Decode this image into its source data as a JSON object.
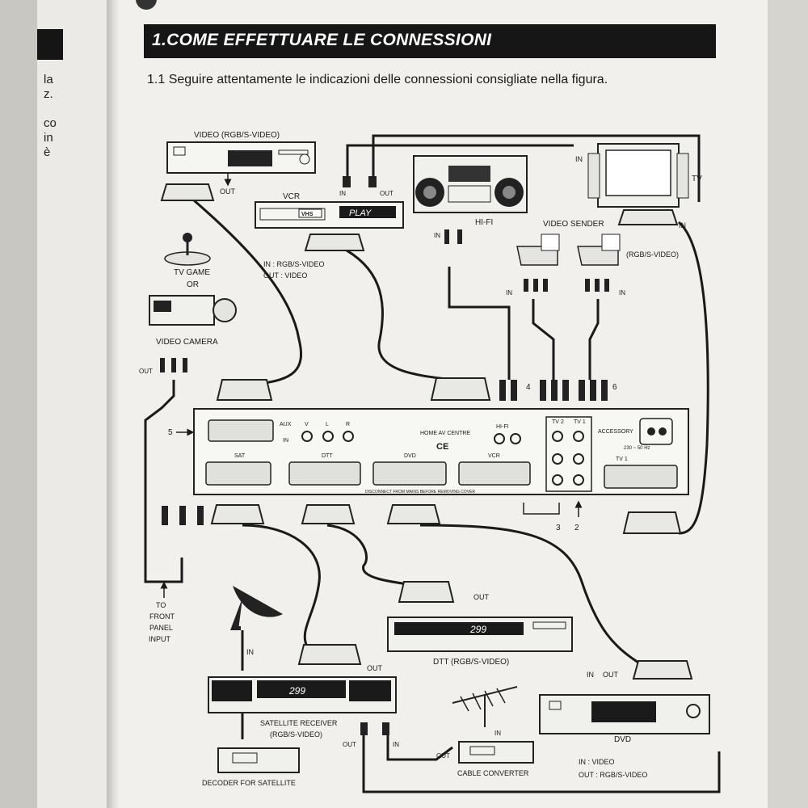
{
  "left_page": {
    "fragments": [
      "la",
      "z.",
      "co",
      "in",
      "è"
    ]
  },
  "section": {
    "title": "1.COME EFFETTUARE LE CONNESSIONI"
  },
  "intro": "1.1  Seguire attentamente le indicazioni delle connessioni consigliate nella figura.",
  "labels": {
    "video_rgb": "VIDEO (RGB/S-VIDEO)",
    "out": "OUT",
    "in": "IN",
    "vcr": "VCR",
    "vhs": "VHS",
    "play": "PLAY",
    "vcr_in": "IN : RGB/S-VIDEO",
    "vcr_out": "OUT : VIDEO",
    "hifi": "HI-FI",
    "tv": "TV",
    "video_sender": "VIDEO SENDER",
    "sender_rgb": "(RGB/S-VIDEO)",
    "tv_game": "TV GAME",
    "or": "OR",
    "video_camera": "VIDEO CAMERA",
    "n4": "4",
    "n5": "5",
    "n6": "6",
    "n3": "3",
    "n2": "2",
    "to_front": "TO",
    "front": "FRONT",
    "panel": "PANEL",
    "input": "INPUT",
    "dtt_label": "DTT (RGB/S-VIDEO)",
    "display_299": "299",
    "sat_receiver": "SATELLITE RECEIVER",
    "sat_rgb": "(RGB/S-VIDEO)",
    "decoder": "DECODER FOR SATELLITE",
    "cable_converter": "CABLE CONVERTER",
    "dvd": "DVD",
    "dvd_in": "IN : VIDEO",
    "dvd_out": "OUT : RGB/S-VIDEO"
  },
  "panel": {
    "home_av": "HOME AV CENTRE",
    "aux": "AUX",
    "in": "IN",
    "v": "V",
    "l": "L",
    "r": "R",
    "ce": "CE",
    "hifi": "HI-FI",
    "tv2": "TV 2",
    "tv1": "TV 1",
    "accessory": "ACCESSORY",
    "power": "230 ~ 50 Hz",
    "sat": "SAT",
    "dtt": "DTT",
    "dvd": "DVD",
    "vcr": "VCR",
    "tv1_scart": "TV 1",
    "warning": "DISCONNECT FROM MAINS BEFORE REMOVING COVER"
  }
}
